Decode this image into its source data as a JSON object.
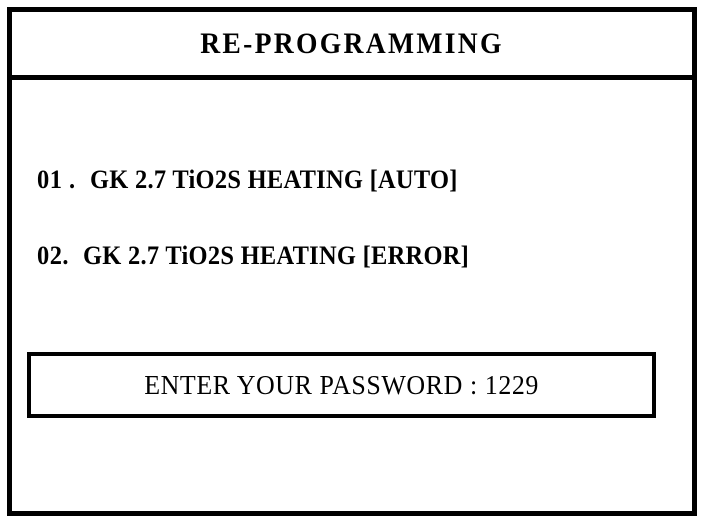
{
  "screen": {
    "background_color": "#ffffff",
    "foreground_color": "#000000"
  },
  "dialog": {
    "title": "RE-PROGRAMMING",
    "program_list": [
      {
        "index": "01 .",
        "label": "GK 2.7 TiO2S HEATING [AUTO]",
        "device": "GK 2.7",
        "sensor": "TiO2S",
        "function": "HEATING",
        "mode": "AUTO"
      },
      {
        "index": "02.",
        "label": "GK 2.7 TiO2S HEATING [ERROR]",
        "device": "GK 2.7",
        "sensor": "TiO2S",
        "function": "HEATING",
        "mode": "ERROR"
      }
    ],
    "password_prompt": {
      "label": "ENTER YOUR PASSWORD : 1229",
      "prompt_text": "ENTER YOUR PASSWORD",
      "separator": ":",
      "value": "1229"
    }
  }
}
